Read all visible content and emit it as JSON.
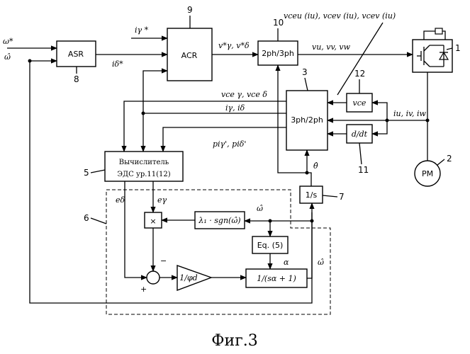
{
  "caption": "Фиг.3",
  "inputs": {
    "omega_ref": "ω*",
    "omega_hat": "ω̂"
  },
  "blocks": {
    "asr": "ASR",
    "acr": "ACR",
    "ph2to3": "2ph/3ph",
    "ph3to2": "3ph/2ph",
    "vce": "vce",
    "ddt": "d/dt",
    "integrator": "1/s",
    "emf_line1": "Вычислитель",
    "emf_line2": "ЭДС ур.11(12)",
    "multiplier": "×",
    "sgn": "λ₁ · sgn(ω̂)",
    "eq5": "Eq. (5)",
    "gain": "1/φd",
    "lowpass": "1/(sα + 1)",
    "motor": "PM"
  },
  "signals": {
    "i_gamma_ref": "iγ *",
    "i_delta_ref": "iδ*",
    "v_refs": "v*γ, v*δ",
    "v_uvw": "vu, vv, vw",
    "vce_uvw": "vceu (iu), vcev (iu), vcev (iu)",
    "vce_gd": "vce γ, vce δ",
    "i_gd": "iγ, iδ",
    "i_uvw": "iu, iv, iw",
    "pi_gd": "piγ', piδ'",
    "theta_hat": "θ̂",
    "e_delta": "eδ",
    "e_gamma": "eγ",
    "omega_hat_loop": "ω̂",
    "alpha": "α",
    "omega_hat_out": "ω̂",
    "minus": "−",
    "plus": "+"
  },
  "refs": {
    "r1": "1",
    "r2": "2",
    "r3": "3",
    "r5": "5",
    "r6": "6",
    "r7": "7",
    "r8": "8",
    "r9": "9",
    "r10": "10",
    "r11": "11",
    "r12": "12"
  }
}
